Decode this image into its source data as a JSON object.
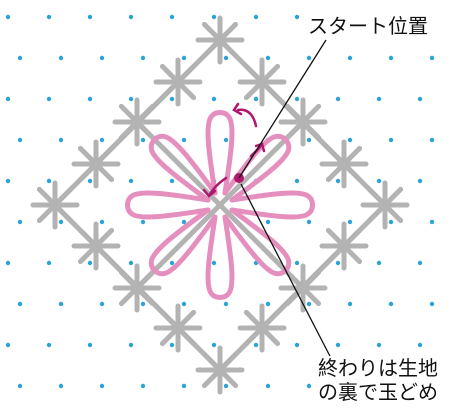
{
  "labels": {
    "start_position": "スタート位置",
    "end_line1": "終わりは生地",
    "end_line2": "の裏で玉どめ"
  },
  "colors": {
    "dot": "#2ba3d8",
    "grid_stitch": "#b3b3b3",
    "petal": "#e58fbf",
    "arrow": "#b0186e",
    "leader": "#111111",
    "text": "#111111"
  },
  "petal_count": 8
}
